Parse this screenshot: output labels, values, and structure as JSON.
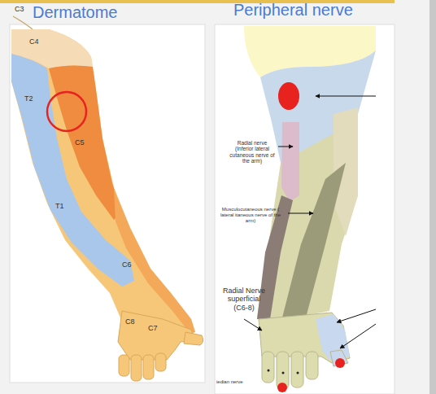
{
  "diagram": {
    "nodes": [
      {
        "text": [
          "Dermatome"
        ]
      },
      {
        "text": [
          "Peripheral nerve"
        ]
      }
    ],
    "labels": [
      "C3",
      "C4",
      "T2",
      "C5",
      "T1",
      "C6",
      "C8",
      "C7",
      "Radial nerve (Inferior lateral cutaneous nerve of the arm)",
      "Musculocutaneous nerve ( lateral itaneous nerve of the arm)",
      "Radial Nerve superficial (C6-8)",
      "iedian nerve"
    ]
  }
}
